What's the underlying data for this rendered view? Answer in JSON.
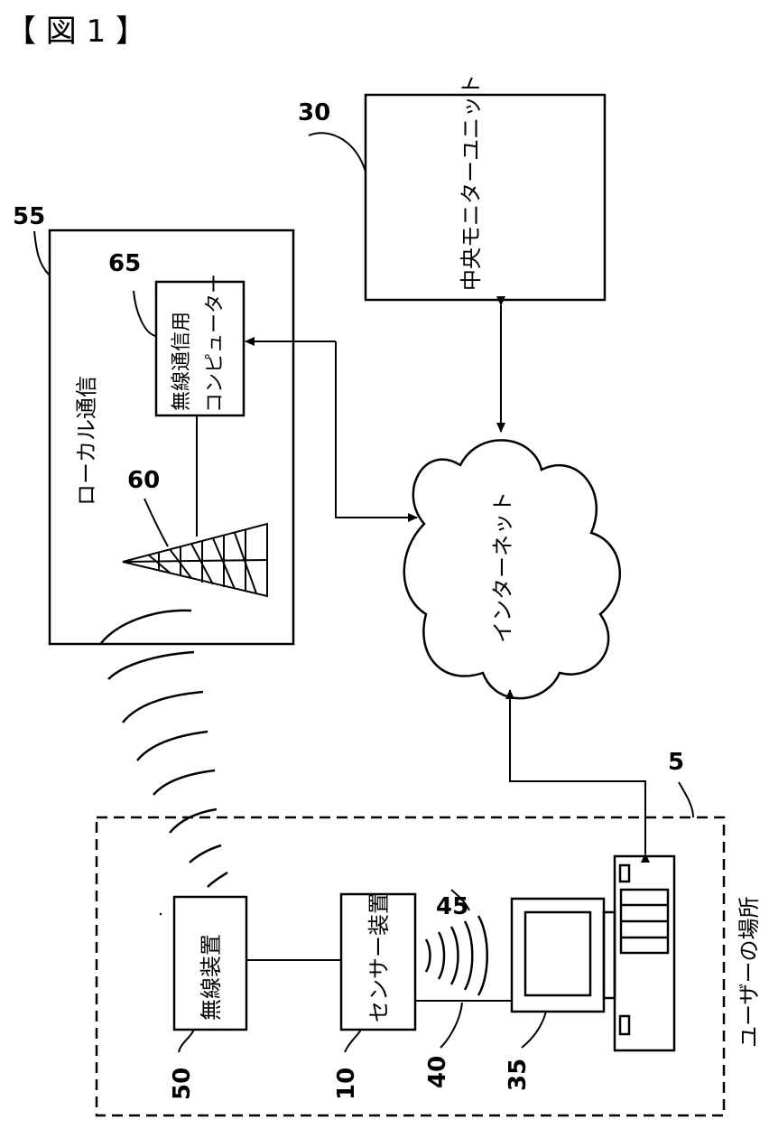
{
  "figure": {
    "title": "【 図 1 】"
  },
  "labels": {
    "central_monitor_unit": "中央モニターユニット",
    "local_communication": "ローカル通信",
    "wireless_computer_line1": "無線通信用",
    "wireless_computer_line2": "コンピューター",
    "internet": "インターネット",
    "wireless_device": "無線装置",
    "sensor_device": "センサー装置",
    "user_location": "ユーザーの場所"
  },
  "refs": {
    "r30": "30",
    "r55": "55",
    "r65": "65",
    "r60": "60",
    "r5": "5",
    "r45": "45",
    "r50": "50",
    "r10": "10",
    "r40": "40",
    "r35": "35"
  }
}
